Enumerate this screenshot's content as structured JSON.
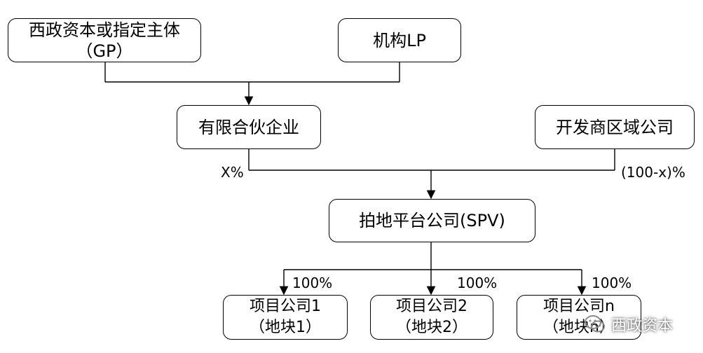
{
  "boxes": {
    "gp": {
      "line1": "西政资本或指定主体",
      "line2": "（GP）"
    },
    "lp": {
      "text": "机构LP"
    },
    "partnership": {
      "text": "有限合伙企业"
    },
    "developer": {
      "text": "开发商区域公司"
    },
    "spv": {
      "text": "拍地平台公司(SPV)"
    },
    "project1": {
      "line1": "项目公司1",
      "line2": "（地块1）"
    },
    "project2": {
      "line1": "项目公司2",
      "line2": "（地块2）"
    },
    "projectn": {
      "line1": "项目公司n",
      "line2": "（地块n）"
    }
  },
  "labels": {
    "partnership_share": "X%",
    "developer_share": "(100-x)%",
    "project1_share": "100%",
    "project2_share": "100%",
    "projectn_share": "100%"
  },
  "watermark": {
    "icon": "wechat-icon",
    "text": "西政资本"
  },
  "colors": {
    "line": "#000000",
    "background": "#ffffff"
  }
}
